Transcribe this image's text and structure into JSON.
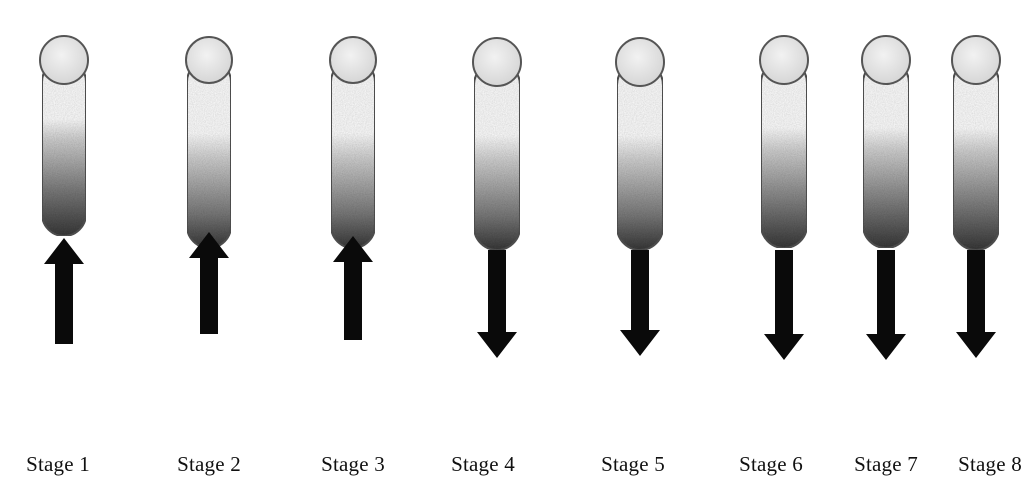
{
  "stages": [
    {
      "label": "Stage 1",
      "arrow_direction": "up"
    },
    {
      "label": "Stage 2",
      "arrow_direction": "up"
    },
    {
      "label": "Stage 3",
      "arrow_direction": "up"
    },
    {
      "label": "Stage 4",
      "arrow_direction": "down"
    },
    {
      "label": "Stage 5",
      "arrow_direction": "down"
    },
    {
      "label": "Stage 6",
      "arrow_direction": "down"
    },
    {
      "label": "Stage 7",
      "arrow_direction": "down"
    },
    {
      "label": "Stage 8",
      "arrow_direction": "down"
    }
  ],
  "colors": {
    "outline": "#555555",
    "shading_dark": "#3a3a3a",
    "shading_light": "#ffffff",
    "arrow": "#0a0a0a",
    "label_text": "#111111"
  },
  "icons": {
    "stage_icon": "tube-with-bulb-icon",
    "arrow_up": "arrow-up-icon",
    "arrow_down": "arrow-down-icon"
  }
}
